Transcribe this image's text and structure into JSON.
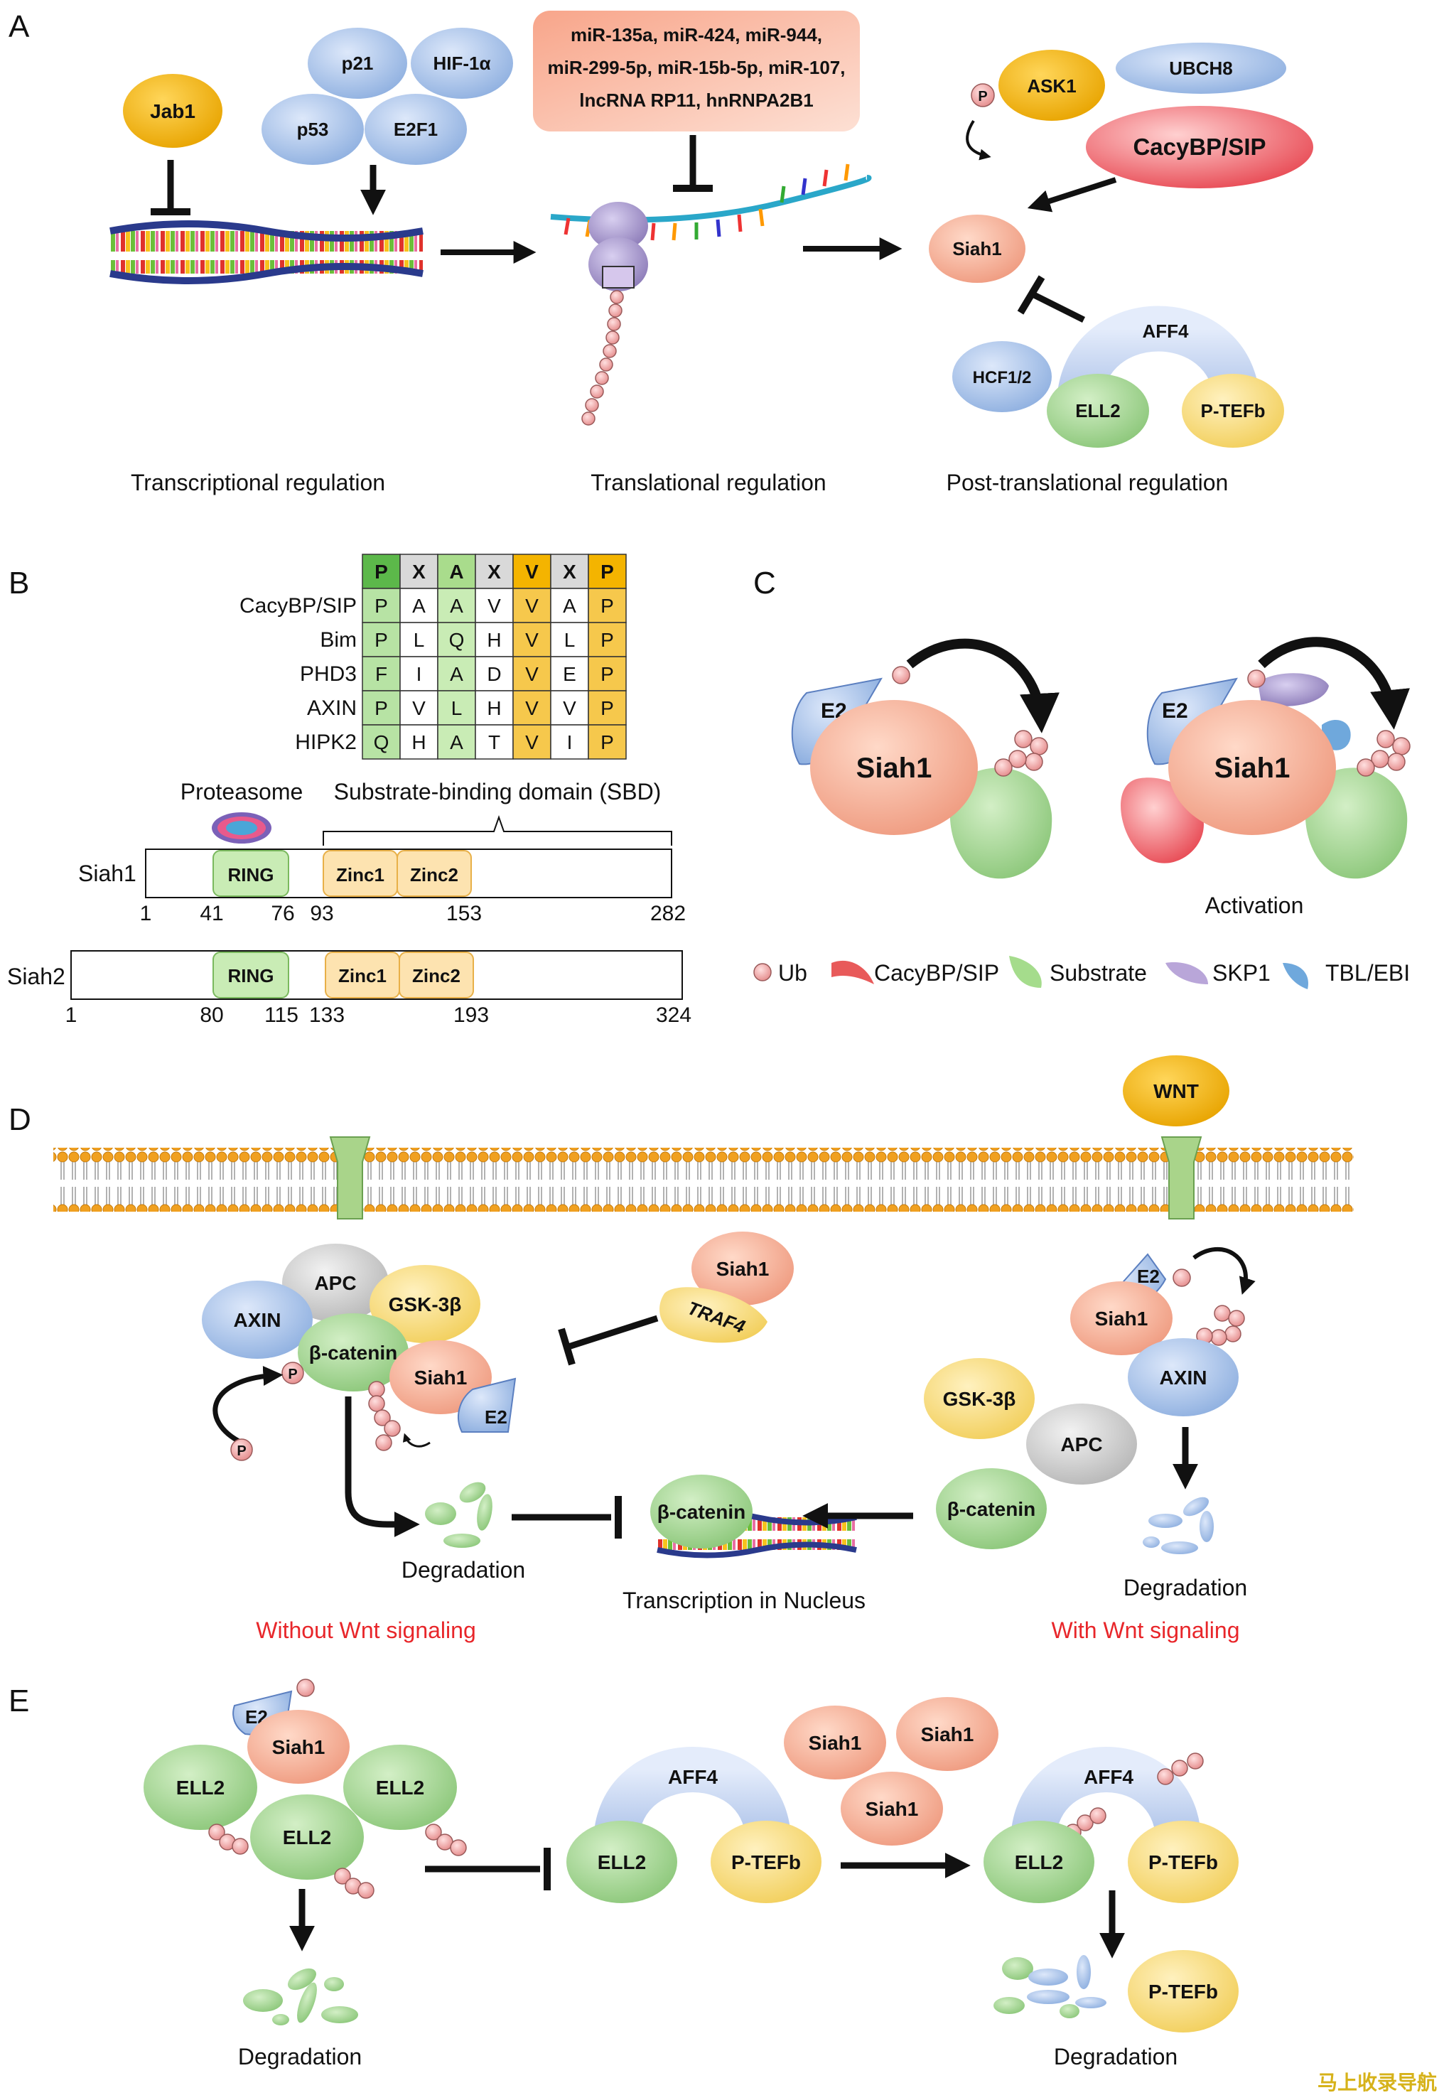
{
  "panels": {
    "a": "A",
    "b": "B",
    "c": "C",
    "d": "D",
    "e": "E"
  },
  "panel_a": {
    "jab1": "Jab1",
    "p21": "p21",
    "hif1a": "HIF-1α",
    "p53": "p53",
    "e2f1": "E2F1",
    "mirna_line1": "miR-135a, miR-424, miR-944,",
    "mirna_line2": "miR-299-5p, miR-15b-5p, miR-107,",
    "mirna_line3": "lncRNA RP11, hnRNPA2B1",
    "p_label": "P",
    "ask1": "ASK1",
    "ubch8": "UBCH8",
    "cacybp": "CacyBP/SIP",
    "siah1": "Siah1",
    "aff4": "AFF4",
    "hcf": "HCF1/2",
    "ell2": "ELL2",
    "ptefb": "P-TEFb",
    "caption_transcriptional": "Transcriptional regulation",
    "caption_translational": "Translational regulation",
    "caption_posttranslational": "Post-translational regulation"
  },
  "panel_b": {
    "motif_header": [
      "P",
      "X",
      "A",
      "X",
      "V",
      "X",
      "P"
    ],
    "motif_rows": [
      {
        "name": "CacyBP/SIP",
        "seq": [
          "P",
          "A",
          "A",
          "V",
          "V",
          "A",
          "P"
        ]
      },
      {
        "name": "Bim",
        "seq": [
          "P",
          "L",
          "Q",
          "H",
          "V",
          "L",
          "P"
        ]
      },
      {
        "name": "PHD3",
        "seq": [
          "F",
          "I",
          "A",
          "D",
          "V",
          "E",
          "P"
        ]
      },
      {
        "name": "AXIN",
        "seq": [
          "P",
          "V",
          "L",
          "H",
          "V",
          "V",
          "P"
        ]
      },
      {
        "name": "HIPK2",
        "seq": [
          "Q",
          "H",
          "A",
          "T",
          "V",
          "I",
          "P"
        ]
      }
    ],
    "proteasome": "Proteasome",
    "sbd": "Substrate-binding domain (SBD)",
    "siah1": "Siah1",
    "siah2": "Siah2",
    "ring": "RING",
    "zinc1": "Zinc1",
    "zinc2": "Zinc2",
    "siah1_ticks": [
      "1",
      "41",
      "76",
      "93",
      "153",
      "282"
    ],
    "siah2_ticks": [
      "1",
      "80",
      "115",
      "133",
      "193",
      "324"
    ]
  },
  "panel_c": {
    "e2": "E2",
    "siah1": "Siah1",
    "activation": "Activation",
    "legend": [
      {
        "label": "Ub",
        "color": "#f4a6a6"
      },
      {
        "label": "CacyBP/SIP",
        "color": "#e85a5a"
      },
      {
        "label": "Substrate",
        "color": "#a5dc8c"
      },
      {
        "label": "SKP1",
        "color": "#b9a6d9"
      },
      {
        "label": "TBL/EBI",
        "color": "#6fa8dc"
      }
    ]
  },
  "panel_d": {
    "wnt": "WNT",
    "apc": "APC",
    "axin": "AXIN",
    "gsk3b": "GSK-3β",
    "bcatenin": "β-catenin",
    "siah1": "Siah1",
    "e2": "E2",
    "p": "P",
    "traf4": "TRAF4",
    "degradation": "Degradation",
    "transcription": "Transcription in Nucleus",
    "without_wnt": "Without Wnt signaling",
    "with_wnt": "With Wnt signaling"
  },
  "panel_e": {
    "e2": "E2",
    "siah1": "Siah1",
    "ell2": "ELL2",
    "aff4": "AFF4",
    "ptefb": "P-TEFb",
    "degradation": "Degradation"
  },
  "watermark": "马上收录导航",
  "colors": {
    "yellow": "#f5b800",
    "blue": "#a9c4ea",
    "pink": "#f6b8a0",
    "red": "#e8262a",
    "green": "#a9d89a",
    "lightyellow": "#fbe49a",
    "grey": "#cfcfcf",
    "ub": "#f4a6a6"
  }
}
